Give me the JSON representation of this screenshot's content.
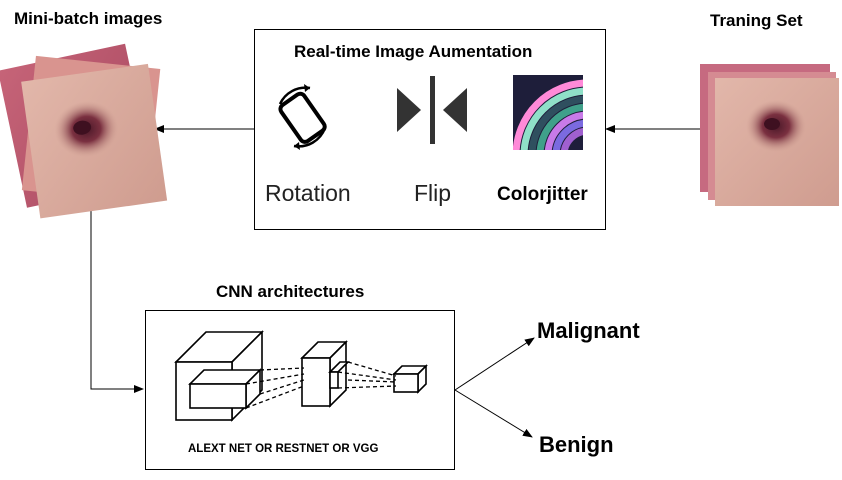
{
  "minibatch": {
    "title": "Mini-batch images"
  },
  "training": {
    "title": "Traning Set"
  },
  "augmentation": {
    "title": "Real-time Image Aumentation",
    "rotation_label": "Rotation",
    "flip_label": "Flip",
    "colorjitter_label": "Colorjitter"
  },
  "cnn": {
    "title": "CNN architectures",
    "caption": "ALEXT NET OR RESTNET OR VGG"
  },
  "outputs": {
    "malignant": "Malignant",
    "benign": "Benign"
  },
  "icons": {
    "rotation": "rotate-device-icon",
    "flip": "flip-horizontal-icon",
    "colorjitter": "color-swirl-icon"
  },
  "colors": {
    "skin_light": "#d8a89c",
    "skin_pink": "#c9707f",
    "lesion_dark": "#5a2030",
    "line": "#000000"
  }
}
